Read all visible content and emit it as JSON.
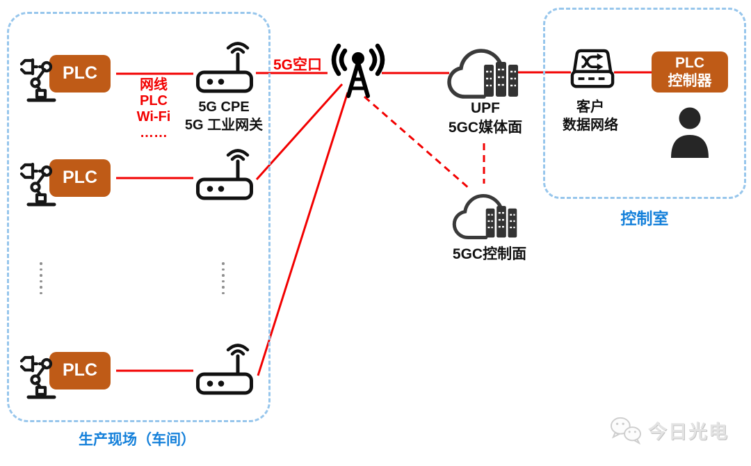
{
  "diagram_title": "5G industrial network architecture (implicit, untitled)",
  "colors": {
    "connection_red": "#f20000",
    "chip_orange": "#bf5b17",
    "area_border_blue": "#97c6ec",
    "area_label_blue": "#1480da",
    "icon_black": "#141414",
    "icon_dark_gray": "#3a3a3a",
    "watermark_gray": "#e3e3e3"
  },
  "production_area": {
    "label": "生产现场（车间）",
    "plc_labels": [
      "PLC",
      "PLC",
      "PLC"
    ],
    "link_note_lines": [
      "网线",
      "PLC",
      "Wi-Fi",
      "……"
    ],
    "gateway_label_lines": [
      "5G CPE",
      "5G 工业网关"
    ],
    "more_machines_dots": 6
  },
  "ran": {
    "air_interface_label": "5G空口"
  },
  "core": {
    "upf_label_lines": [
      "UPF",
      "5GC媒体面"
    ],
    "control_plane_label": "5GC控制面"
  },
  "control_room": {
    "label": "控制室",
    "customer_network_lines": [
      "客户",
      "数据网络"
    ],
    "plc_controller_lines": [
      "PLC",
      "控制器"
    ]
  },
  "watermark": {
    "text": "今日光电"
  },
  "icons": {
    "robot-arm-icon": "industrial robot arm",
    "router-icon": "5G CPE router with wifi antenna",
    "base-station-icon": "cellular antenna tower with radio waves",
    "cloud-servers-icon": "cloud with server racks",
    "switch-icon": "network switch with shuffle arrows",
    "person-icon": "operator silhouette",
    "wechat-icon": "WeChat chat bubbles logo"
  }
}
